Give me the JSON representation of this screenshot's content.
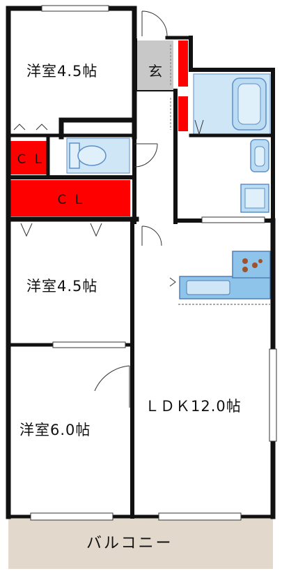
{
  "rooms": {
    "western_room_1": "洋室4.5帖",
    "western_room_2": "洋室4.5帖",
    "western_room_3": "洋室6.0帖",
    "ldk": "ＬＤＫ12.0帖",
    "closet_small": "ＣＬ",
    "closet_large": "ＣＬ",
    "entrance": "玄",
    "balcony": "バルコニー"
  },
  "colors": {
    "wall": "#111111",
    "closet": "#ff0000",
    "fixture": "#cfe6f7",
    "fixture_stroke": "#5d8fc9",
    "entrance_floor": "#c8c8c8",
    "balcony_floor": "#e3d8cc",
    "kitchen_counter": "#8ec3ea"
  }
}
